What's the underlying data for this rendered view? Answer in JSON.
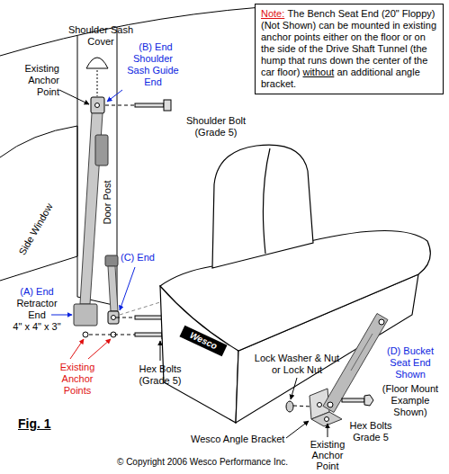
{
  "diagram": {
    "caption": "Fig. 1",
    "nodes": [
      {
        "text": [
          "Note:",
          "The Bench Seat End (20\" Floppy) (Not Shown) can be mounted in existing anchor points either on the floor or on the side of the Drive Shaft Tunnel (the hump that runs down the center of the car floor)",
          "without",
          "an additional angle bracket."
        ]
      }
    ],
    "labels": [
      "Shoulder Sash Cover",
      "Existing Anchor Point",
      "(B) End",
      "Shoulder Sash Guide End",
      "Shoulder Bolt (Grade 5)",
      "Door Post",
      "Side Window",
      "(C) End",
      "(A) End",
      "Retractor End",
      "4\" x 4\" x 3\"",
      "Existing Anchor Points",
      "Hex Bolts (Grade 5)",
      "Wesco",
      "Lock Washer & Nut or Lock Nut",
      "(D) Bucket Seat End Shown",
      "(Floor Mount Example Shown)",
      "Hex Bolts Grade 5",
      "Wesco Angle Bracket",
      "Existing Anchor Point",
      "© Copyright 2006 Wesco Performance Inc."
    ]
  }
}
